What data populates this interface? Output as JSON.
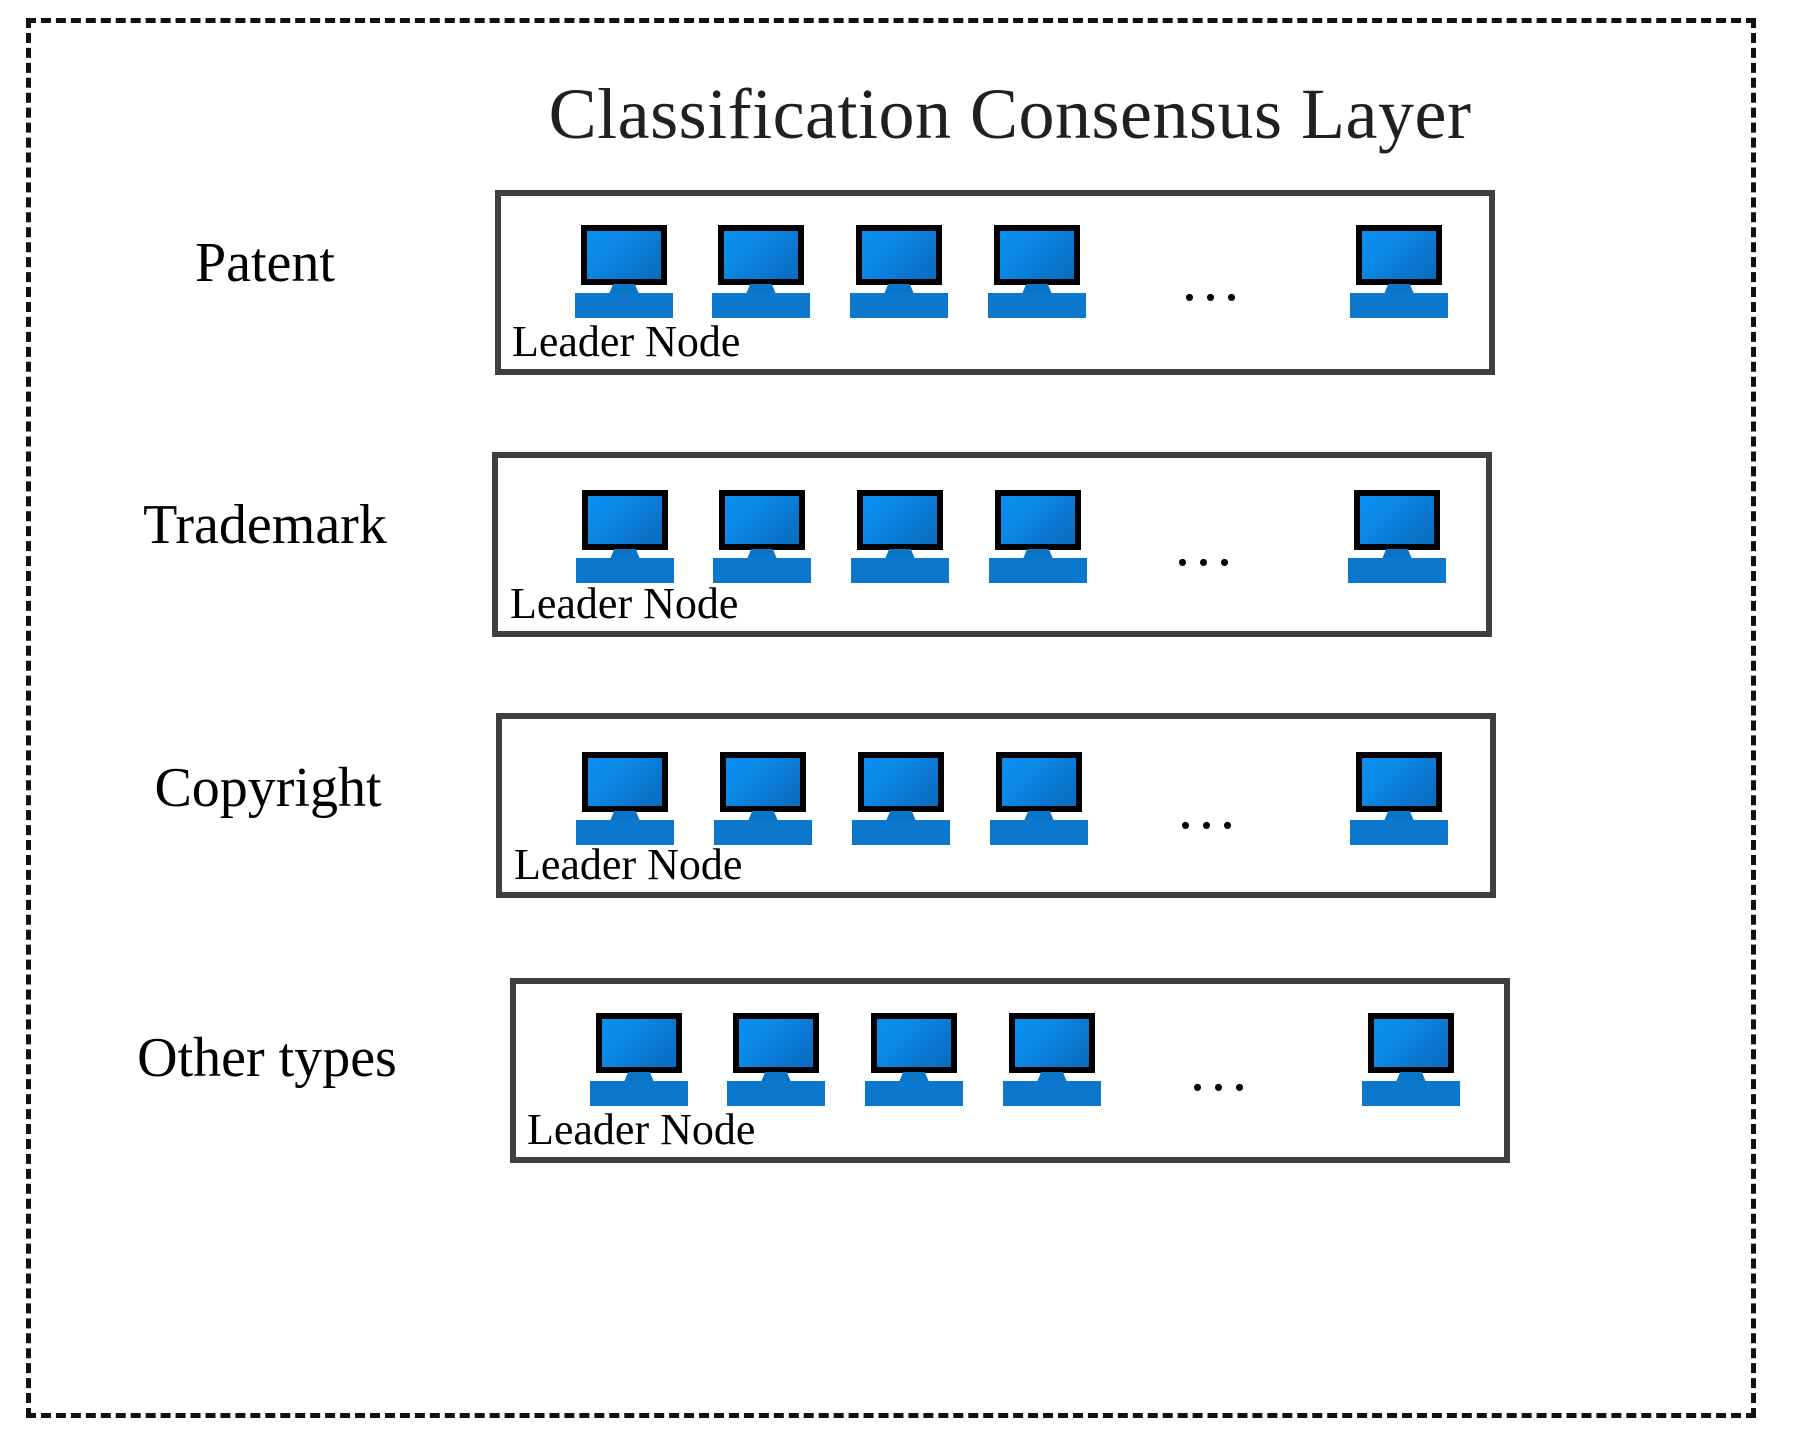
{
  "diagram": {
    "title": "Classification Consensus Layer",
    "ellipsis": "...",
    "colors": {
      "node_blue": "#0b78cd",
      "node_screen_highlight": "#0a8ff0",
      "box_border": "#3f3f3f",
      "outer_border": "#111111",
      "title_text": "#231f20",
      "label_text": "#000000"
    },
    "rows": [
      {
        "label": "Patent",
        "leader_label": "Leader Node",
        "node_count": 5,
        "visible_nodes": 5,
        "has_ellipsis": true
      },
      {
        "label": "Trademark",
        "leader_label": "Leader Node",
        "node_count": 5,
        "visible_nodes": 5,
        "has_ellipsis": true
      },
      {
        "label": "Copyright",
        "leader_label": "Leader Node",
        "node_count": 5,
        "visible_nodes": 5,
        "has_ellipsis": true
      },
      {
        "label": "Other types",
        "leader_label": "Leader Node",
        "node_count": 5,
        "visible_nodes": 5,
        "has_ellipsis": true
      }
    ]
  }
}
